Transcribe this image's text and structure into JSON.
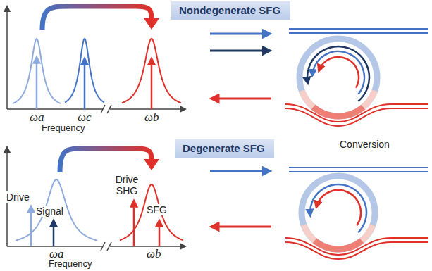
{
  "diagram": {
    "nodes": [
      {
        "text": [
          "Nondegenerate SFG"
        ]
      },
      {
        "text": [
          "Degenerate SFG"
        ]
      }
    ],
    "labels": [
      "ωa",
      "ωc",
      "Frequency",
      "ωb",
      "Conversion",
      "Drive",
      "Signal",
      "Drive SHG",
      "SFG",
      "ωa",
      "Frequency",
      "ωb"
    ]
  }
}
